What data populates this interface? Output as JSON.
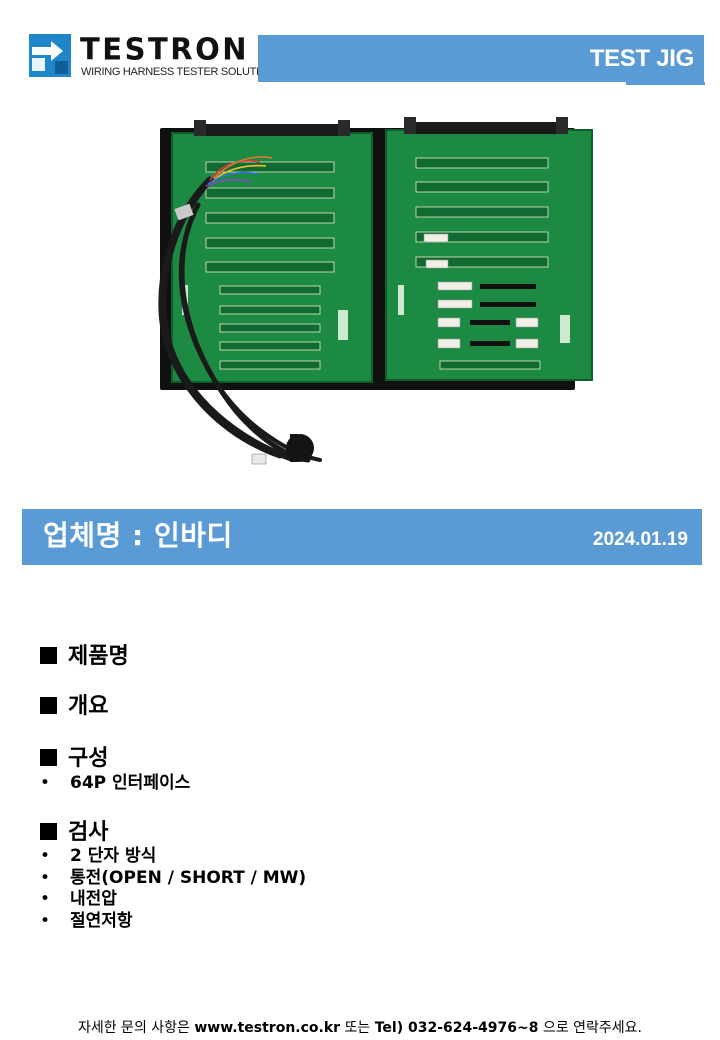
{
  "header": {
    "logo_name": "TESTRON",
    "logo_tagline": "WIRING HARNESS TESTER SOLUTIONS",
    "banner_title": "TEST JIG"
  },
  "colors": {
    "accent_blue": "#5b9bd5",
    "logo_blue": "#1e86c9",
    "pcb_green": "#1c8a43"
  },
  "company": {
    "label": "업체명 : 인바디",
    "date": "2024.01.19"
  },
  "sections": {
    "product_name": {
      "title": "제품명"
    },
    "overview": {
      "title": "개요"
    },
    "composition": {
      "title": "구성",
      "items": [
        "64P 인터페이스"
      ]
    },
    "inspection": {
      "title": "검사",
      "items": [
        "2 단자 방식",
        "통전(OPEN / SHORT / MW)",
        "내전압",
        "절연저항"
      ]
    }
  },
  "footer": {
    "prefix": "자세한 문의 사항은 ",
    "website": "www.testron.co.kr",
    "middle": " 또는 ",
    "phone": "Tel) 032-624-4976~8",
    "suffix": " 으로 연락주세요."
  },
  "icons": [
    "testron-logo-icon",
    "square-bullet-icon",
    "bullet-icon"
  ]
}
